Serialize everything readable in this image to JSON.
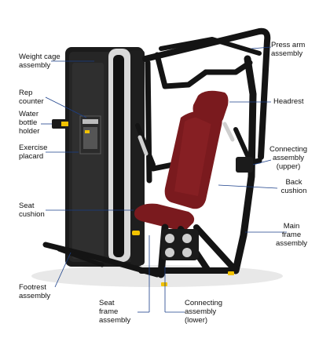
{
  "labels": {
    "weight_cage": [
      "Weight cage",
      "assembly"
    ],
    "rep_counter": [
      "Rep",
      "counter"
    ],
    "water_bottle": [
      "Water",
      "bottle",
      "holder"
    ],
    "exercise_placard": [
      "Exercise",
      "placard"
    ],
    "seat_cushion": [
      "Seat",
      "cushion"
    ],
    "footrest": [
      "Footrest",
      "assembly"
    ],
    "seat_frame": [
      "Seat",
      "frame",
      "assembly"
    ],
    "connecting_lower": [
      "Connecting",
      "assembly",
      "(lower)"
    ],
    "press_arm": [
      "Press arm",
      "assembly"
    ],
    "headrest": [
      "Headrest"
    ],
    "connecting_upper": [
      "Connecting",
      "assembly",
      "(upper)"
    ],
    "back_cushion": [
      "Back",
      "cushion"
    ],
    "main_frame": [
      "Main",
      "frame",
      "assembly"
    ]
  },
  "colors": {
    "frame": "#141414",
    "cushion": "#7a1a1e",
    "cushion_highlight": "#9a2a2e",
    "chrome": "#cfcfcf",
    "accent_yellow": "#f2c200",
    "leader_line": "#1a3f8a"
  }
}
